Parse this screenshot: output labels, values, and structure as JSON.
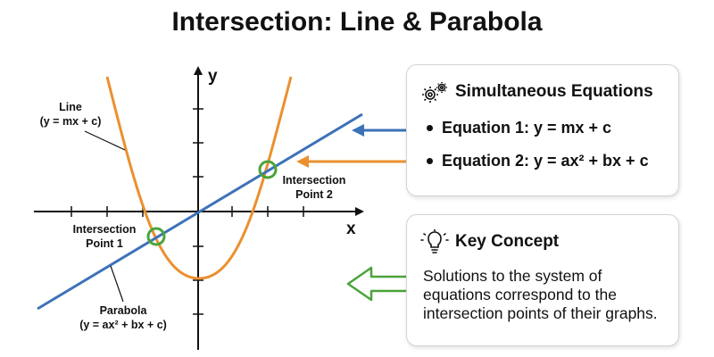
{
  "title": "Intersection: Line & Parabola",
  "graph": {
    "x_axis_label": "x",
    "y_axis_label": "y",
    "line_label_1": "Line",
    "line_label_2": "(y = mx + c)",
    "parabola_label_1": "Parabola",
    "parabola_label_2": "(y = ax² + bx + c)",
    "point1_label_1": "Intersection",
    "point1_label_2": "Point 1",
    "point2_label_1": "Intersection",
    "point2_label_2": "Point 2"
  },
  "equations_card": {
    "heading": "Simultaneous Equations",
    "icon": "gears-icon",
    "items": [
      "Equation 1: y = mx + c",
      "Equation 2: y = ax² + bx + c"
    ]
  },
  "concept_card": {
    "heading": "Key Concept",
    "icon": "lightbulb-icon",
    "text": "Solutions to the system of equations correspond to the intersection points of their graphs."
  },
  "colors": {
    "line": "#3d72b8",
    "parabola": "#eb9030",
    "intersection": "#4aa33a",
    "axis": "#111111"
  }
}
